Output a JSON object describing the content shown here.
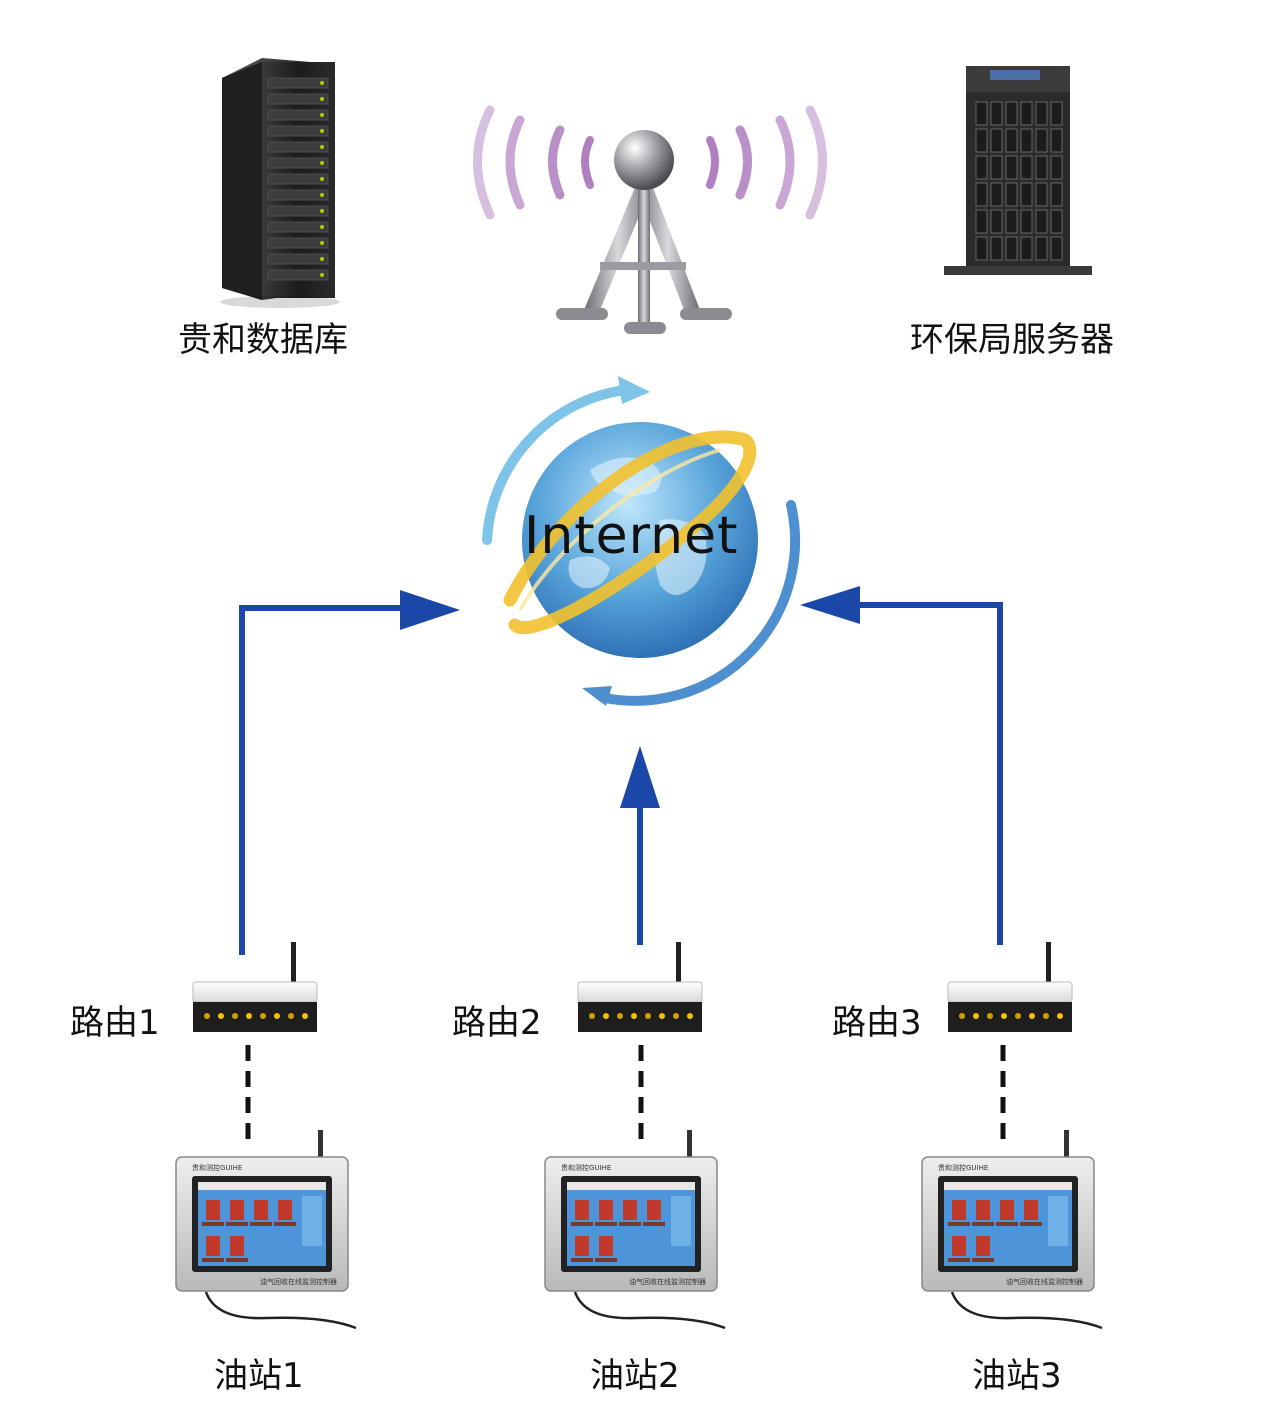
{
  "labels": {
    "database": "贵和数据库",
    "epb_server": "环保局服务器",
    "internet": "Internet",
    "router1": "路由1",
    "router2": "路由2",
    "router3": "路由3",
    "station1": "油站1",
    "station2": "油站2",
    "station3": "油站3"
  },
  "device": {
    "brand": "贵和测控GUIHE",
    "footer": "油气回收在线监测控制器"
  },
  "colors": {
    "arrow": "#1a47a8",
    "globe": "#3d86c9",
    "ring_yellow": "#f2c12e",
    "arc_light": "#7ec4e8",
    "signal": "#9b5fb0"
  }
}
